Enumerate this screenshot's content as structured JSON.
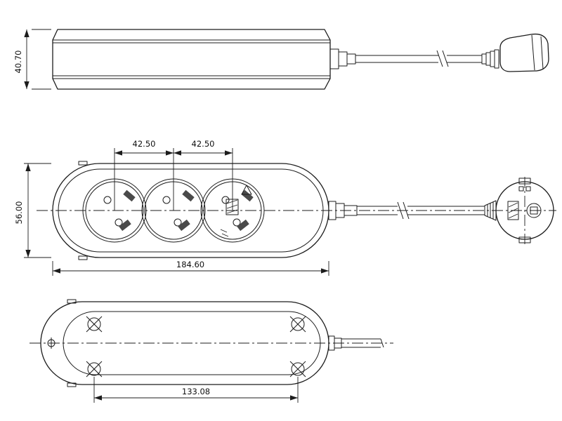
{
  "title": "power-strip-technical-drawing",
  "colors": {
    "background": "#ffffff",
    "line": "#1c1c1c",
    "text": "#111111"
  },
  "views": {
    "side": "side-elevation",
    "top": "top-view-sockets",
    "bottom": "bottom-view-screws"
  },
  "dimensions": {
    "side_height": "40.70",
    "socket_pitch_left": "42.50",
    "socket_pitch_right": "42.50",
    "body_width": "56.00",
    "body_length": "184.60",
    "screw_spacing": "133.08"
  }
}
